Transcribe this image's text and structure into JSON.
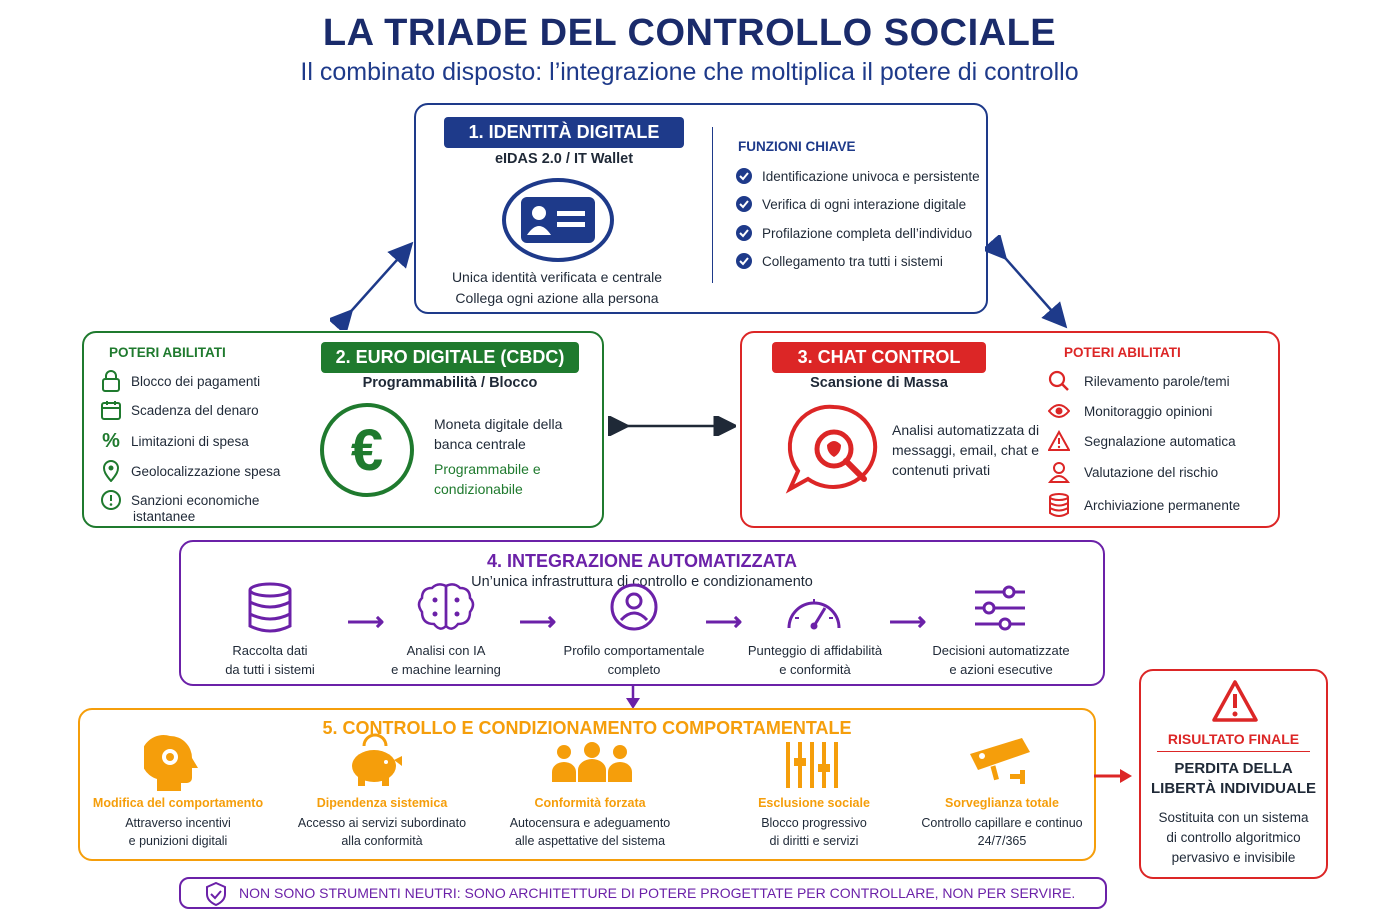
{
  "title": "LA TRIADE DEL CONTROLLO SOCIALE",
  "subtitle": "Il combinato disposto: l’integrazione che moltiplica il potere di controllo",
  "identity": {
    "header": "1. IDENTITÀ DIGITALE",
    "sub": "eIDAS 2.0 / IT Wallet",
    "desc1": "Unica identità verificata e centrale",
    "desc2": "Collega ogni azione alla persona",
    "functions_title": "FUNZIONI CHIAVE",
    "functions": [
      "Identificazione univoca e persistente",
      "Verifica di ogni interazione digitale",
      "Profilazione completa dell’individuo",
      "Collegamento tra tutti i sistemi"
    ]
  },
  "euro": {
    "powers_title": "POTERI ABILITATI",
    "powers": [
      "Blocco dei pagamenti",
      "Scadenza del denaro",
      "Limitazioni di spesa",
      "Geolocalizzazione spesa",
      "Sanzioni economiche",
      "istantanee"
    ],
    "header": "2. EURO DIGITALE (CBDC)",
    "sub": "Programmabilità / Blocco",
    "desc1": "Moneta digitale della",
    "desc2": "banca centrale",
    "desc3": "Programmabile e",
    "desc4": "condizionabile",
    "symbol": "€"
  },
  "chat": {
    "header": "3. CHAT CONTROL",
    "sub": "Scansione di Massa",
    "desc1": "Analisi automatizzata di",
    "desc2": "messaggi, email, chat e",
    "desc3": "contenuti privati",
    "powers_title": "POTERI ABILITATI",
    "powers": [
      "Rilevamento parole/temi",
      "Monitoraggio opinioni",
      "Segnalazione automatica",
      "Valutazione del rischio",
      "Archiviazione permanente"
    ]
  },
  "integration": {
    "title": "4. INTEGRAZIONE AUTOMATIZZATA",
    "sub": "Un’unica infrastruttura di controllo e condizionamento",
    "steps": [
      {
        "l1": "Raccolta dati",
        "l2": "da tutti i sistemi",
        "icon": "database-icon"
      },
      {
        "l1": "Analisi con IA",
        "l2": "e machine learning",
        "icon": "brain-icon"
      },
      {
        "l1": "Profilo comportamentale",
        "l2": "completo",
        "icon": "user-profile-icon"
      },
      {
        "l1": "Punteggio di affidabilità",
        "l2": "e conformità",
        "icon": "gauge-icon"
      },
      {
        "l1": "Decisioni automatizzate",
        "l2": "e azioni esecutive",
        "icon": "sliders-icon"
      }
    ]
  },
  "control": {
    "title": "5. CONTROLLO E CONDIZIONAMENTO COMPORTAMENTALE",
    "items": [
      {
        "h": "Modifica del comportamento",
        "l1": "Attraverso incentivi",
        "l2": "e punizioni digitali",
        "icon": "head-gear-icon"
      },
      {
        "h": "Dipendenza sistemica",
        "l1": "Accesso ai servizi subordinato",
        "l2": "alla conformità",
        "icon": "piggy-bank-icon"
      },
      {
        "h": "Conformità forzata",
        "l1": "Autocensura e adeguamento",
        "l2": "alle aspettative del sistema",
        "icon": "group-icon"
      },
      {
        "h": "Esclusione sociale",
        "l1": "Blocco progressivo",
        "l2": "di diritti e servizi",
        "icon": "bars-icon"
      },
      {
        "h": "Sorveglianza totale",
        "l1": "Controllo capillare e continuo",
        "l2": "24/7/365",
        "icon": "camera-icon"
      }
    ]
  },
  "result": {
    "title": "RISULTATO FINALE",
    "main1": "PERDITA DELLA",
    "main2": "LIBERTÀ INDIVIDUALE",
    "d1": "Sostituita con un sistema",
    "d2": "di controllo algoritmico",
    "d3": "pervasivo e invisibile"
  },
  "footer": "NON SONO STRUMENTI NEUTRI: SONO ARCHITETTURE DI POTERE PROGETTATE PER CONTROLLARE, NON PER SERVIRE.",
  "colors": {
    "navy": "#1e3a8a",
    "green": "#1f7a2e",
    "red": "#dc2626",
    "purple": "#6b21a8",
    "orange": "#f59e0b"
  }
}
